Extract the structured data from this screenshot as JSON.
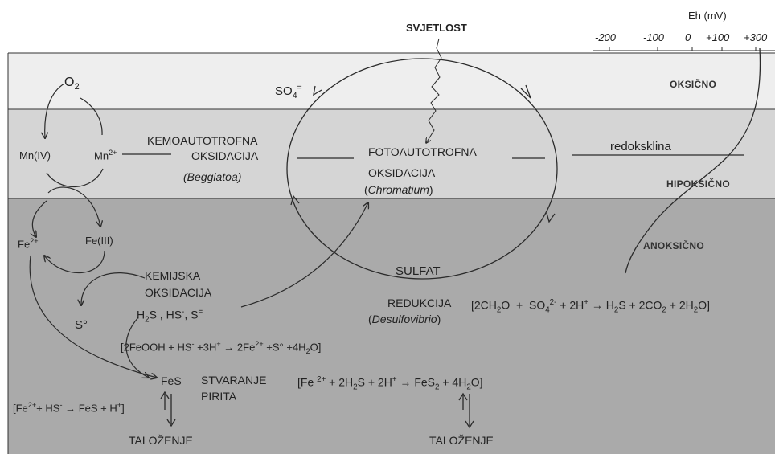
{
  "colors": {
    "oxic": "#eeeeee",
    "hypoxic": "#d5d5d5",
    "anoxic": "#aaaaaa",
    "line": "#2b2b2b"
  },
  "eh_scale": {
    "title": "Eh (mV)",
    "ticks": [
      "-200",
      "-100",
      "0",
      "+100",
      "+300"
    ]
  },
  "zones": {
    "oxic": "OKSIČNO",
    "hypoxic": "HIPOKSIČNO",
    "anoxic": "ANOKSIČNO",
    "redoxcline": "redoksklina"
  },
  "light": "SVJETLOST",
  "species": {
    "o2": "O2",
    "sulfate": "SO4=",
    "mn4": "Mn(IV)",
    "mn2": "Mn2+",
    "fe2": "Fe2+",
    "fe3": "Fe(III)",
    "s0": "S°",
    "sulfides": "H2S , HS-, S=",
    "fes": "FeS"
  },
  "processes": {
    "chemo_line1": "KEMOAUTOTROFNA",
    "chemo_line2": "OKSIDACIJA",
    "chemo_org": "Beggiatoa",
    "photo_line1": "FOTOAUTOTROFNA",
    "photo_line2": "OKSIDACIJA",
    "photo_org": "Chromatium",
    "chem_line1": "KEMIJSKA",
    "chem_line2": "OKSIDACIJA",
    "sulfat": "SULFAT",
    "redukcija": "REDUKCIJA",
    "red_org": "Desulfovibrio",
    "pyrite_line1": "STVARANJE",
    "pyrite_line2": "PIRITA",
    "tal": "TALOŽENJE"
  },
  "equations": {
    "sulfate_reduction": "[2CH2O + SO42- + 2H+ → H2S + 2CO2 + 2H2O]",
    "feooh": "[2FeOOH + HS- + 3H+ → 2Fe2+ + S° + 4H2O]",
    "fes_formation": "[Fe2+ + HS- → FeS + H+]",
    "pyrite": "[Fe2+ + 2H2S + 2H+ → FeS2 + 4H2O]"
  }
}
